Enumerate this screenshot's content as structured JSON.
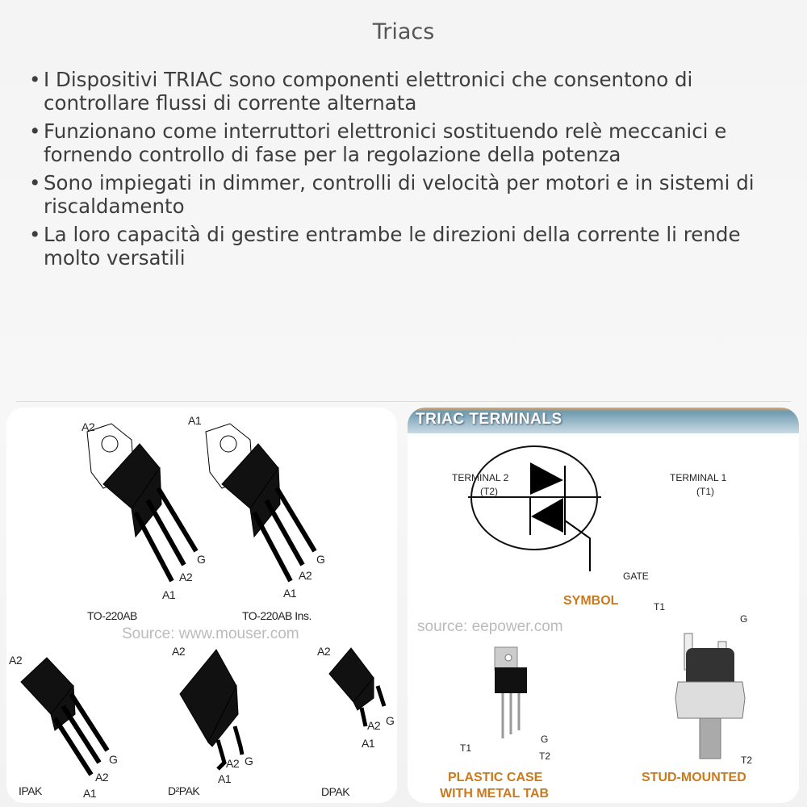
{
  "title": "Triacs",
  "bullets": [
    "I Dispositivi TRIAC sono componenti elettronici che consentono di controllare flussi di corrente alternata",
    "Funzionano come interruttori elettronici sostituendo relè meccanici e fornendo controllo di fase per la regolazione della potenza",
    "Sono impiegati in dimmer, controlli di velocità per motori e in sistemi di riscaldamento",
    "La loro capacità di gestire entrambe le direzioni della corrente li rende molto versatili"
  ],
  "bullet_glyph": "•",
  "left_image": {
    "packages": [
      {
        "name": "TO-220AB",
        "pins": [
          "A2",
          "A1",
          "A2",
          "G"
        ]
      },
      {
        "name": "TO-220AB Ins.",
        "pins": [
          "A1",
          "A1",
          "A2",
          "G"
        ]
      },
      {
        "name": "IPAK",
        "pins": [
          "A2",
          "A1",
          "A2",
          "G"
        ]
      },
      {
        "name": "D²PAK",
        "pins": [
          "A2",
          "A1",
          "A2",
          "G"
        ]
      },
      {
        "name": "DPAK",
        "pins": [
          "A2",
          "A1",
          "A2",
          "G"
        ]
      }
    ],
    "source": "Source: www.mouser.com"
  },
  "right_image": {
    "banner": "TRIAC TERMINALS",
    "terminal2": "TERMINAL 2",
    "t2": "(T2)",
    "terminal1": "TERMINAL 1",
    "t1": "(T1)",
    "gate": "GATE",
    "symbol": "SYMBOL",
    "plastic_case_1": "PLASTIC CASE",
    "plastic_case_2": "WITH METAL TAB",
    "stud": "STUD-MOUNTED",
    "pin_t1": "T1",
    "pin_t2": "T2",
    "pin_g": "G",
    "source": "source: eepower.com",
    "accent_color": "#c97a1e"
  }
}
